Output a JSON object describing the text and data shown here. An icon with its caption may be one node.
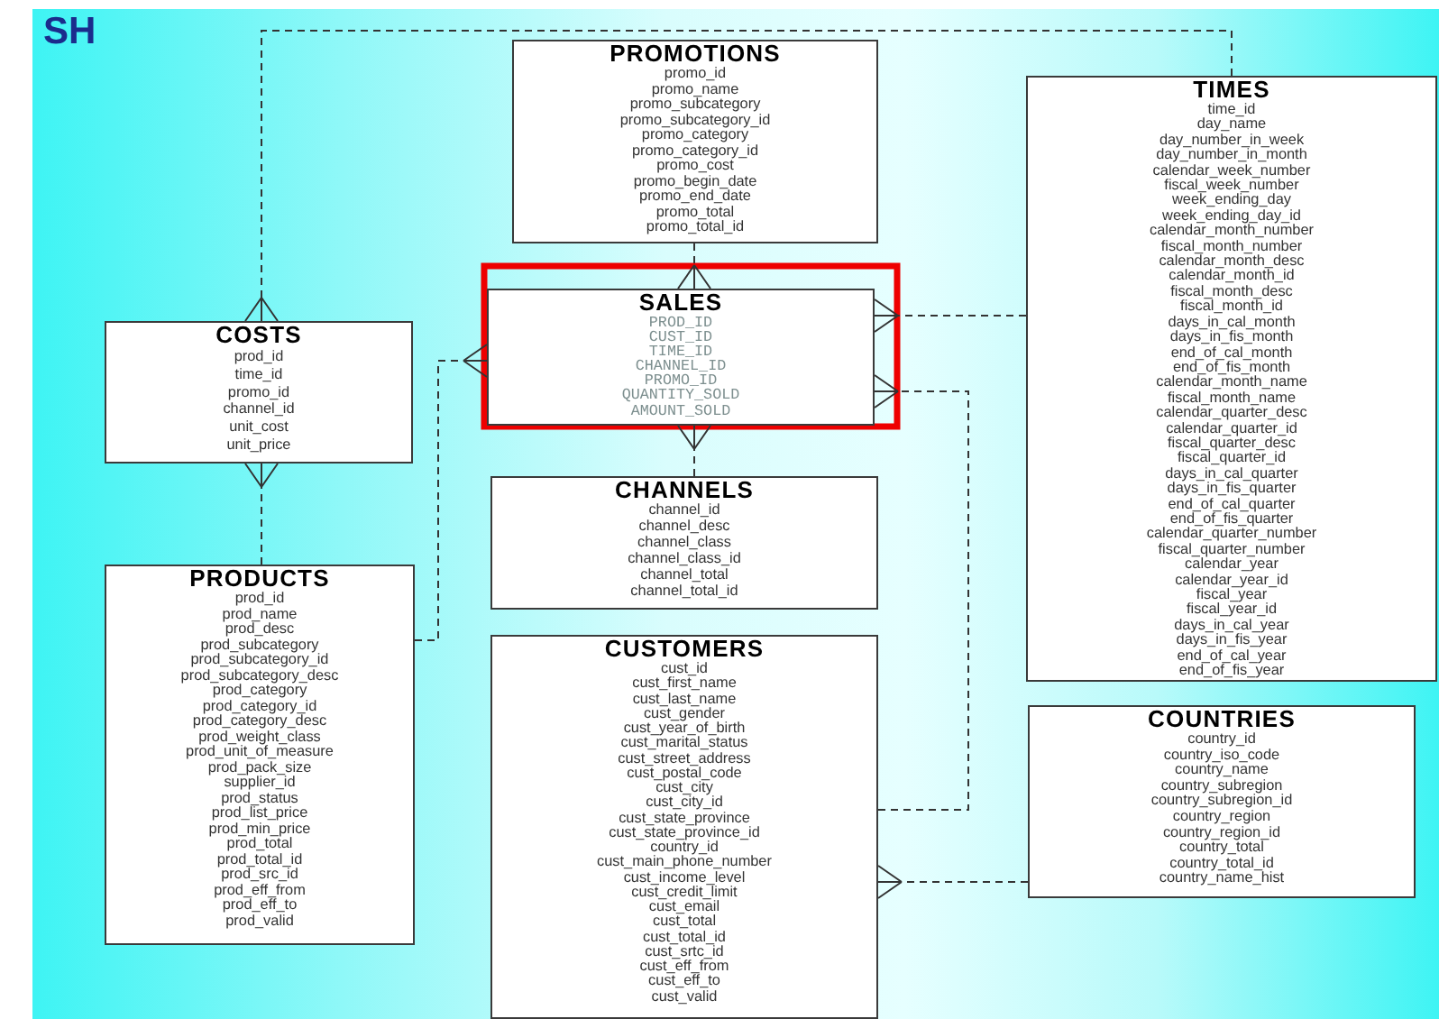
{
  "diagram": {
    "title": "SH",
    "nodes": [
      {
        "text": [
          "PROMOTIONS",
          "promo_id",
          "promo_name",
          "promo_subcategory",
          "promo_subcategory_id",
          "promo_category",
          "promo_category_id",
          "promo_cost",
          "promo_begin_date",
          "promo_end_date",
          "promo_total",
          "promo_total_id"
        ]
      },
      {
        "text": [
          "TIMES",
          "time_id",
          "day_name",
          "day_number_in_week",
          "day_number_in_month",
          "calendar_week_number",
          "fiscal_week_number",
          "week_ending_day",
          "week_ending_day_id",
          "calendar_month_number",
          "fiscal_month_number",
          "calendar_month_desc",
          "calendar_month_id",
          "fiscal_month_desc",
          "fiscal_month_id",
          "days_in_cal_month",
          "days_in_fis_month",
          "end_of_cal_month",
          "end_of_fis_month",
          "calendar_month_name",
          "fiscal_month_name",
          "calendar_quarter_desc",
          "calendar_quarter_id",
          "fiscal_quarter_desc",
          "fiscal_quarter_id",
          "days_in_cal_quarter",
          "days_in_fis_quarter",
          "end_of_cal_quarter",
          "end_of_fis_quarter",
          "calendar_quarter_number",
          "fiscal_quarter_number",
          "calendar_year",
          "calendar_year_id",
          "fiscal_year",
          "fiscal_year_id",
          "days_in_cal_year",
          "days_in_fis_year",
          "end_of_cal_year",
          "end_of_fis_year"
        ]
      },
      {
        "text": [
          "COSTS",
          "prod_id",
          "time_id",
          "promo_id",
          "channel_id",
          "unit_cost",
          "unit_price"
        ]
      },
      {
        "text": [
          "SALES",
          "PROD_ID",
          "CUST_ID",
          "TIME_ID",
          "CHANNEL_ID",
          "PROMO_ID",
          "QUANTITY_SOLD",
          "AMOUNT_SOLD"
        ]
      },
      {
        "text": [
          "CHANNELS",
          "channel_id",
          "channel_desc",
          "channel_class",
          "channel_class_id",
          "channel_total",
          "channel_total_id"
        ]
      },
      {
        "text": [
          "PRODUCTS",
          "prod_id",
          "prod_name",
          "prod_desc",
          "prod_subcategory",
          "prod_subcategory_id",
          "prod_subcategory_desc",
          "prod_category",
          "prod_category_id",
          "prod_category_desc",
          "prod_weight_class",
          "prod_unit_of_measure",
          "prod_pack_size",
          "supplier_id",
          "prod_status",
          "prod_list_price",
          "prod_min_price",
          "prod_total",
          "prod_total_id",
          "prod_src_id",
          "prod_eff_from",
          "prod_eff_to",
          "prod_valid"
        ]
      },
      {
        "text": [
          "CUSTOMERS",
          "cust_id",
          "cust_first_name",
          "cust_last_name",
          "cust_gender",
          "cust_year_of_birth",
          "cust_marital_status",
          "cust_street_address",
          "cust_postal_code",
          "cust_city",
          "cust_city_id",
          "cust_state_province",
          "cust_state_province_id",
          "country_id",
          "cust_main_phone_number",
          "cust_income_level",
          "cust_credit_limit",
          "cust_email",
          "cust_total",
          "cust_total_id",
          "cust_srtc_id",
          "cust_eff_from",
          "cust_eff_to",
          "cust_valid"
        ]
      },
      {
        "text": [
          "COUNTRIES",
          "country_id",
          "country_iso_code",
          "country_name",
          "country_subregion",
          "country_subregion_id",
          "country_region",
          "country_region_id",
          "country_total",
          "country_total_id",
          "country_name_hist"
        ]
      }
    ],
    "edges": [
      {
        "from": 0,
        "to": 3,
        "arrow": "other",
        "style": "dashed"
      },
      {
        "from": 5,
        "to": 3,
        "arrow": "other",
        "style": "dashed"
      },
      {
        "from": 1,
        "to": 3,
        "arrow": "other",
        "style": "dashed"
      },
      {
        "from": 6,
        "to": 3,
        "arrow": "other",
        "style": "dashed"
      },
      {
        "from": 7,
        "to": 6,
        "arrow": "other",
        "style": "dashed"
      },
      {
        "from": 4,
        "to": 3,
        "arrow": "other",
        "style": "dashed"
      },
      {
        "from": 1,
        "to": 2,
        "arrow": "other",
        "style": "dashed"
      },
      {
        "from": 5,
        "to": 2,
        "arrow": "other",
        "style": "dashed"
      }
    ]
  }
}
